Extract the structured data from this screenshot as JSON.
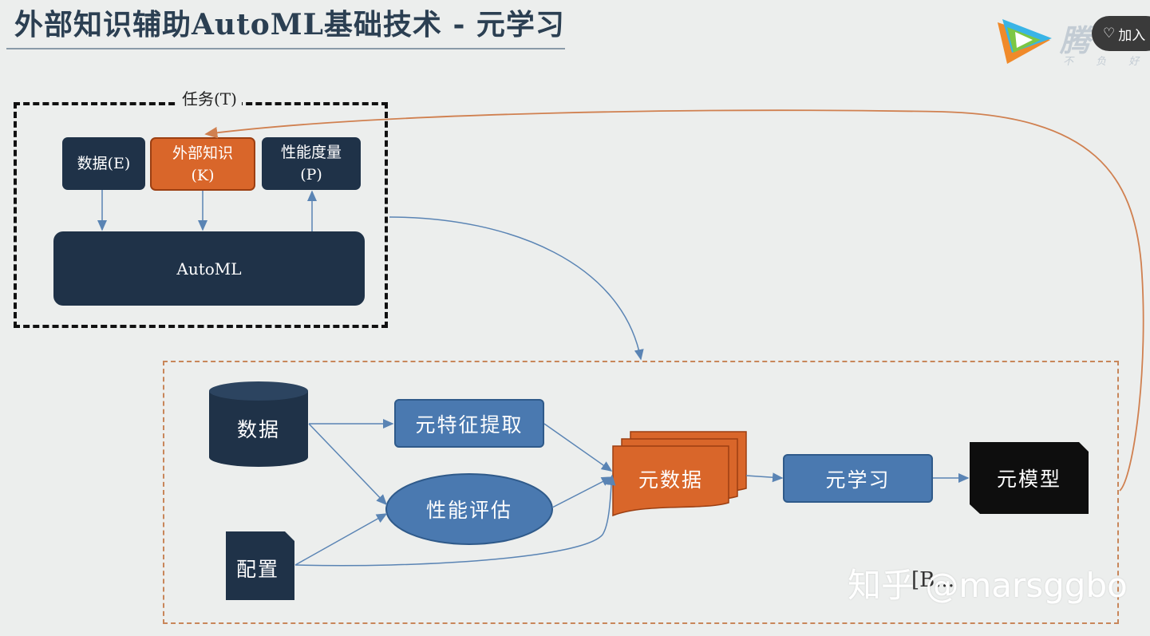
{
  "title": "外部知识辅助AutoML基础技术 - 元学习",
  "task": {
    "label": "任务(T)",
    "data_box": "数据(E)",
    "knowledge_box_line1": "外部知识",
    "knowledge_box_line2": "(K)",
    "perf_box_line1": "性能度量",
    "perf_box_line2": "(P)",
    "automl_box": "AutoML"
  },
  "meta": {
    "data_cylinder": "数据",
    "config_doc": "配置",
    "feature_extraction": "元特征提取",
    "perf_eval": "性能评估",
    "meta_data": "元数据",
    "meta_learning": "元学习",
    "meta_model": "元模型",
    "reference": "[B..."
  },
  "overlay": {
    "logo_text": "腾",
    "logo_sub": "不 负 好 时",
    "follow_label": "加入",
    "watermark": "知乎 @marsggbo"
  },
  "colors": {
    "navy": "#1f3248",
    "orange": "#d9662a",
    "blue": "#4a79b0",
    "black": "#111111",
    "arrow_blue": "#5a84b4",
    "arrow_orange": "#d08050"
  }
}
